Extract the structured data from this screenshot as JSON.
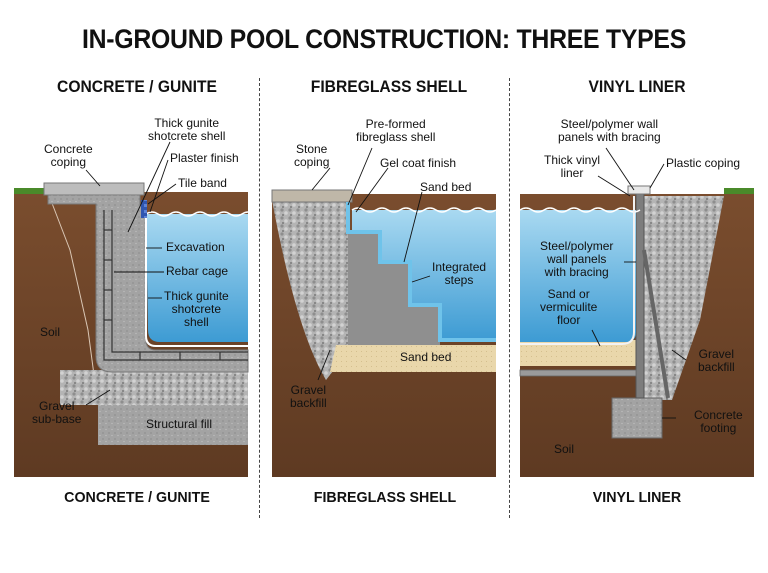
{
  "title": "IN-GROUND POOL CONSTRUCTION: THREE TYPES",
  "columns": [
    {
      "title": "CONCRETE / GUNITE",
      "caption": "CONCRETE / GUNITE",
      "labels": {
        "coping": "Concrete\ncoping",
        "shell": "Thick gunite\nshotcrete shell",
        "plaster": "Plaster finish",
        "tile": "Tile band",
        "excavation": "Excavation",
        "rebar": "Rebar cage",
        "shell2": "Thick gunite\nshotcrete\nshell",
        "soil": "Soil",
        "gravel": "Gravel\nsub-base",
        "fill": "Structural fill"
      }
    },
    {
      "title": "FIBREGLASS SHELL",
      "caption": "FIBREGLASS SHELL",
      "labels": {
        "stone": "Stone\ncoping",
        "preformed": "Pre-formed\nfibreglass shell",
        "gelcoat": "Gel coat finish",
        "sandbed_top": "Sand bed",
        "steps": "Integrated\nsteps",
        "sandbed": "Sand bed",
        "gravel": "Gravel\nbackfill"
      }
    },
    {
      "title": "VINYL LINER",
      "caption": "VINYL LINER",
      "labels": {
        "panels_top": "Steel/polymer wall\npanels with bracing",
        "liner": "Thick vinyl\nliner",
        "plastic": "Plastic coping",
        "panels": "Steel/polymer\nwall panels\nwith bracing",
        "floor": "Sand or\nvermiculite\nfloor",
        "gravel": "Gravel\nbackfill",
        "footing": "Concrete\nfooting",
        "soil": "Soil"
      }
    }
  ],
  "colors": {
    "soil": "#6b4329",
    "water_top": "#9fd3ee",
    "water_bottom": "#3f9fd6",
    "gravel": "#a8a8a8",
    "concrete": "#9d9d9d",
    "sand": "#e8d6aa",
    "grass": "#4a8a2a"
  }
}
